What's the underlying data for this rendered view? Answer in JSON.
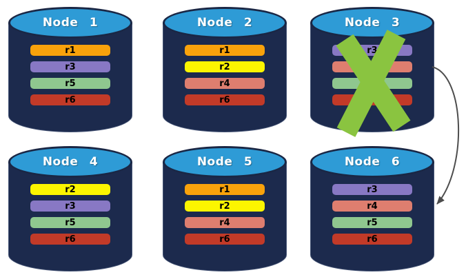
{
  "nodes": [
    {
      "title": "Node 1",
      "failed": false,
      "replicas": [
        {
          "label": "r1",
          "color": "#F9A20B"
        },
        {
          "label": "r3",
          "color": "#8878C4"
        },
        {
          "label": "r5",
          "color": "#8FC78F"
        },
        {
          "label": "r6",
          "color": "#C23A28"
        }
      ]
    },
    {
      "title": "Node 2",
      "failed": false,
      "replicas": [
        {
          "label": "r1",
          "color": "#F9A20B"
        },
        {
          "label": "r2",
          "color": "#FCF500"
        },
        {
          "label": "r4",
          "color": "#DE7E6F"
        },
        {
          "label": "r6",
          "color": "#C23A28"
        }
      ]
    },
    {
      "title": "Node 3",
      "failed": true,
      "replicas": [
        {
          "label": "r3",
          "color": "#8878C4"
        },
        {
          "label": "",
          "color": "#DE7E6F"
        },
        {
          "label": "",
          "color": "#8FC78F"
        },
        {
          "label": "",
          "color": "#C23A28"
        }
      ]
    },
    {
      "title": "Node 4",
      "failed": false,
      "replicas": [
        {
          "label": "r2",
          "color": "#FCF500"
        },
        {
          "label": "r3",
          "color": "#8878C4"
        },
        {
          "label": "r5",
          "color": "#8FC78F"
        },
        {
          "label": "r6",
          "color": "#C23A28"
        }
      ]
    },
    {
      "title": "Node 5",
      "failed": false,
      "replicas": [
        {
          "label": "r1",
          "color": "#F9A20B"
        },
        {
          "label": "r2",
          "color": "#FCF500"
        },
        {
          "label": "r4",
          "color": "#DE7E6F"
        },
        {
          "label": "r6",
          "color": "#C23A28"
        }
      ]
    },
    {
      "title": "Node 6",
      "failed": false,
      "replicas": [
        {
          "label": "r3",
          "color": "#8878C4"
        },
        {
          "label": "r4",
          "color": "#DE7E6F"
        },
        {
          "label": "r5",
          "color": "#8FC78F"
        },
        {
          "label": "r6",
          "color": "#C23A28"
        }
      ]
    }
  ],
  "arrow": {
    "from_node": "Node 3",
    "to_node": "Node 6",
    "color": "#4D4D4D"
  },
  "failure_marker": {
    "node": "Node 3",
    "shape": "x-cross",
    "color": "#8AC440"
  },
  "colors": {
    "background": "#FFFFFF",
    "cylinder_body": "#1C2A4D",
    "cylinder_top": "#2E9BD6",
    "cylinder_top_border": "#1A2745",
    "title_text": "#FFFFFF",
    "bar_text": "#000000"
  }
}
